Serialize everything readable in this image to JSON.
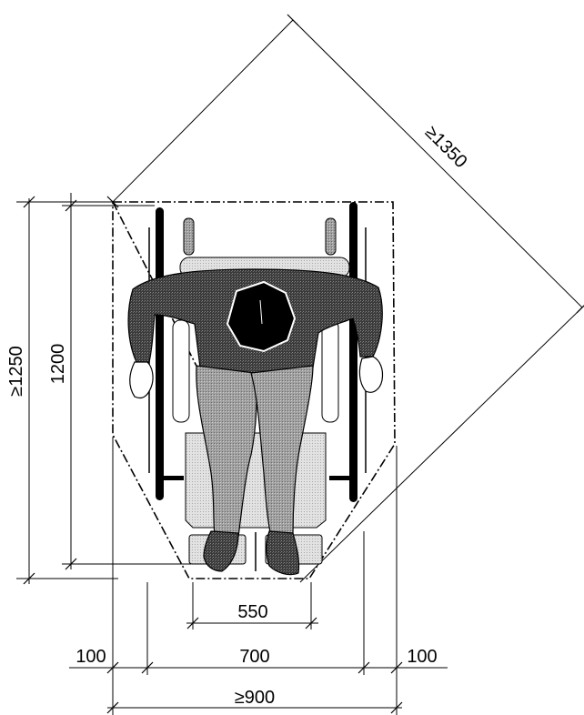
{
  "dimensions": {
    "diagonal": "≥1350",
    "total_depth": "≥1250",
    "wheelchair_depth": "1200",
    "footrest_width": "550",
    "clearance_left": "100",
    "wheelchair_width": "700",
    "clearance_right": "100",
    "total_width": "≥900"
  },
  "colors": {
    "ink": "#000000",
    "clothing": "#4a4a4a",
    "trousers": "#9a9a9a",
    "seat": "#dcdcdc",
    "head": "#000000"
  }
}
